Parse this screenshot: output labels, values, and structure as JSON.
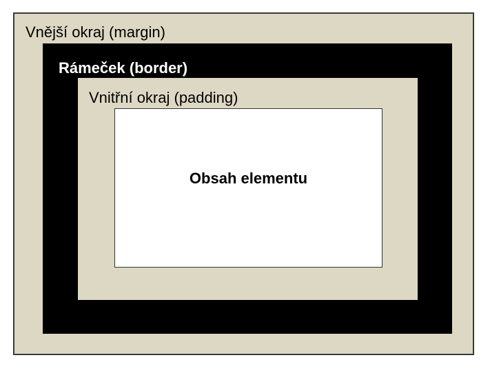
{
  "labels": {
    "margin": "Vnější okraj (margin)",
    "border": "Rámeček (border)",
    "padding": "Vnitřní okraj (padding)",
    "content": "Obsah elementu"
  },
  "colors": {
    "margin_fill": "#ddd8c4",
    "border_fill": "#000000",
    "padding_fill": "#ddd8c4",
    "content_fill": "#ffffff",
    "margin_text": "#000000",
    "border_text": "#ffffff",
    "padding_text": "#000000",
    "content_text": "#000000"
  }
}
